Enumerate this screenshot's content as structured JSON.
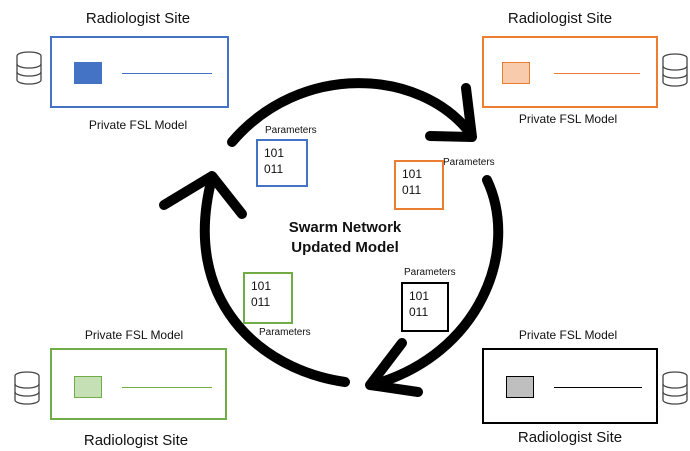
{
  "colors": {
    "blue": "#4472c4",
    "blue_fill": "#4472c4",
    "orange": "#ed7d31",
    "orange_fill": "#f8cbad",
    "green": "#70ad47",
    "green_fill": "#c5e0b4",
    "black": "#000000",
    "black_fill": "#bfbfbf",
    "ring": "#000000"
  },
  "center": {
    "line1": "Swarm Network",
    "line2": "Updated Model"
  },
  "sites": [
    {
      "id": "top-left",
      "site_title": "Radiologist Site",
      "model_label": "Private FSL Model",
      "color_key": "blue",
      "icon": "database-icon"
    },
    {
      "id": "top-right",
      "site_title": "Radiologist Site",
      "model_label": "Private FSL Model",
      "color_key": "orange",
      "icon": "database-icon"
    },
    {
      "id": "bottom-left",
      "site_title": "Radiologist Site",
      "model_label": "Private FSL Model",
      "color_key": "green",
      "icon": "database-icon"
    },
    {
      "id": "bottom-right",
      "site_title": "Radiologist Site",
      "model_label": "Private FSL Model",
      "color_key": "black",
      "icon": "database-icon"
    }
  ],
  "parameters": [
    {
      "id": "blue",
      "label": "Parameters",
      "line1": "101",
      "line2": "011"
    },
    {
      "id": "orange",
      "label": "Parameters",
      "line1": "101",
      "line2": "011"
    },
    {
      "id": "black",
      "label": "Parameters",
      "line1": "101",
      "line2": "011"
    },
    {
      "id": "green",
      "label": "Parameters",
      "line1": "101",
      "line2": "011"
    }
  ]
}
